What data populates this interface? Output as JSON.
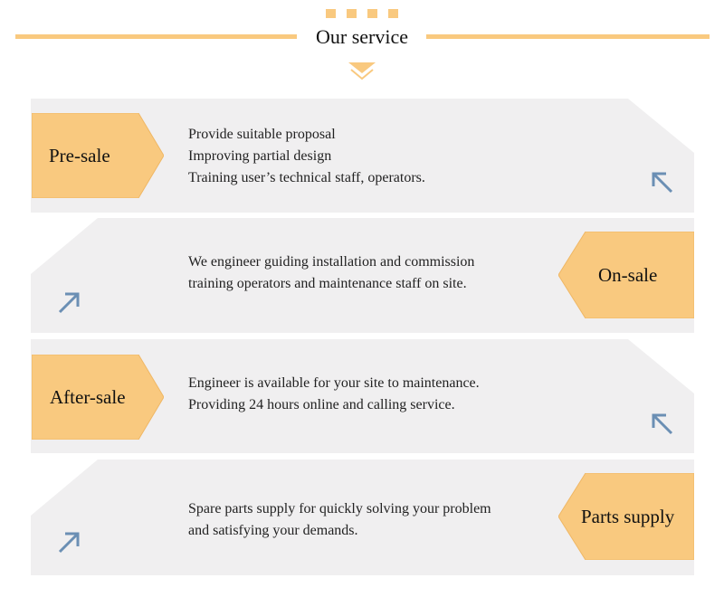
{
  "header": {
    "title": "Our service",
    "accent_color": "#F9C97F",
    "card_color": "#F0EFF0",
    "arrow_color": "#6B8FB4"
  },
  "services": [
    {
      "tag": "Pre-sale",
      "lines": [
        "Provide suitable proposal",
        "Improving partial design",
        "Training user’s technical  staff, operators."
      ],
      "arrow_icon": "arrow-up-left-icon"
    },
    {
      "tag": "On-sale",
      "lines": [
        "We engineer guiding installation and commission",
        "training operators and maintenance staff on site."
      ],
      "arrow_icon": "arrow-up-right-icon"
    },
    {
      "tag": "After-sale",
      "lines": [
        "Engineer is available for your site to maintenance.",
        "Providing 24 hours online and calling service."
      ],
      "arrow_icon": "arrow-up-left-icon"
    },
    {
      "tag": "Parts supply",
      "lines": [
        "Spare parts supply for quickly solving your problem",
        "and satisfying your demands."
      ],
      "arrow_icon": "arrow-up-right-icon"
    }
  ]
}
